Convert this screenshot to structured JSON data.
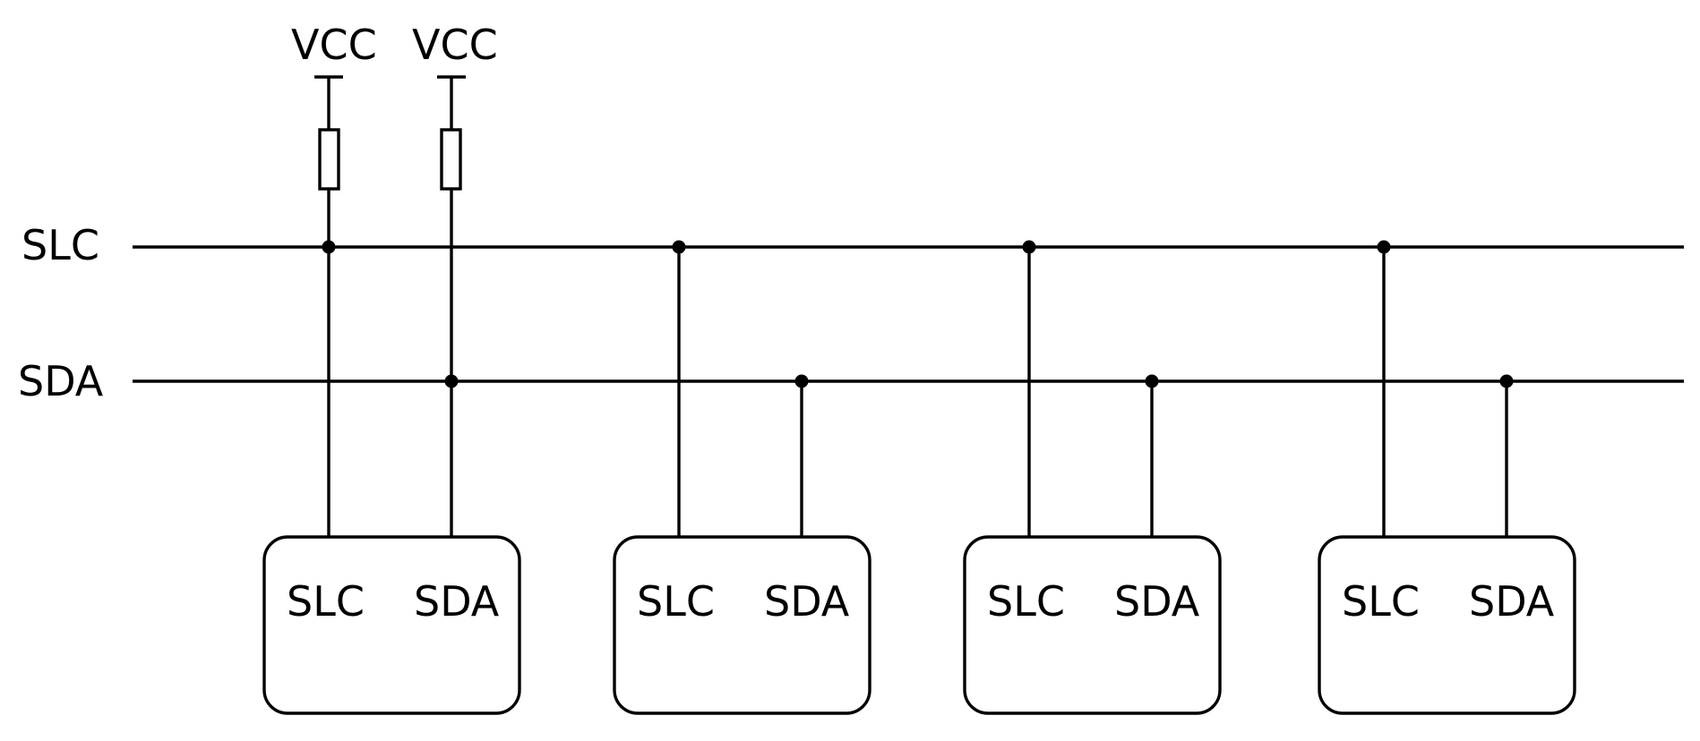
{
  "supply": {
    "label_1": "VCC",
    "label_2": "VCC"
  },
  "bus": {
    "clock_label": "SLC",
    "data_label": "SDA"
  },
  "devices": [
    {
      "clock_pin": "SLC",
      "data_pin": "SDA"
    },
    {
      "clock_pin": "SLC",
      "data_pin": "SDA"
    },
    {
      "clock_pin": "SLC",
      "data_pin": "SDA"
    },
    {
      "clock_pin": "SLC",
      "data_pin": "SDA"
    }
  ],
  "colors": {
    "line": "#000000",
    "background": "#ffffff"
  }
}
